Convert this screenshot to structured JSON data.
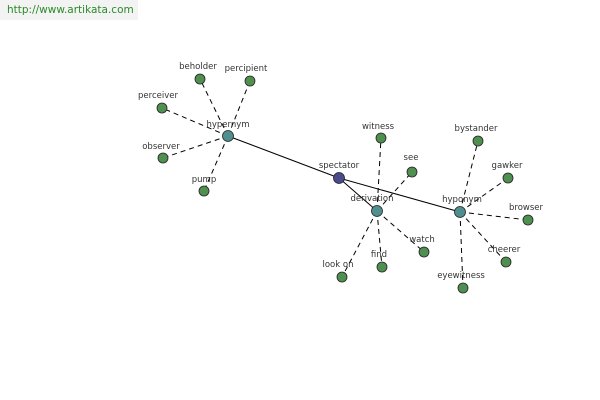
{
  "header": {
    "url": "http://www.artikata.com"
  },
  "graph": {
    "colors": {
      "center": "#4a4a8c",
      "hub": "#4f8f8f",
      "leaf": "#4f8f4f"
    },
    "nodes": [
      {
        "id": "spectator",
        "label": "spectator",
        "kind": "center"
      },
      {
        "id": "hypernym",
        "label": "hypernym",
        "kind": "hub"
      },
      {
        "id": "derivation",
        "label": "derivation",
        "kind": "hub"
      },
      {
        "id": "hyponym",
        "label": "hyponym",
        "kind": "hub"
      },
      {
        "id": "beholder",
        "label": "beholder",
        "kind": "leaf"
      },
      {
        "id": "percipient",
        "label": "percipient",
        "kind": "leaf"
      },
      {
        "id": "perceiver",
        "label": "perceiver",
        "kind": "leaf"
      },
      {
        "id": "observer",
        "label": "observer",
        "kind": "leaf"
      },
      {
        "id": "pump",
        "label": "pump",
        "kind": "leaf"
      },
      {
        "id": "witness",
        "label": "witness",
        "kind": "leaf"
      },
      {
        "id": "see",
        "label": "see",
        "kind": "leaf"
      },
      {
        "id": "watch",
        "label": "watch",
        "kind": "leaf"
      },
      {
        "id": "find",
        "label": "find",
        "kind": "leaf"
      },
      {
        "id": "look-on",
        "label": "look on",
        "kind": "leaf"
      },
      {
        "id": "bystander",
        "label": "bystander",
        "kind": "leaf"
      },
      {
        "id": "gawker",
        "label": "gawker",
        "kind": "leaf"
      },
      {
        "id": "browser",
        "label": "browser",
        "kind": "leaf"
      },
      {
        "id": "cheerer",
        "label": "cheerer",
        "kind": "leaf"
      },
      {
        "id": "eyewitness",
        "label": "eyewitness",
        "kind": "leaf"
      }
    ],
    "edges": [
      {
        "from": "hypernym",
        "to": "spectator",
        "style": "solid"
      },
      {
        "from": "spectator",
        "to": "hyponym",
        "style": "solid"
      },
      {
        "from": "spectator",
        "to": "derivation",
        "style": "solid"
      },
      {
        "from": "hypernym",
        "to": "beholder",
        "style": "dashed"
      },
      {
        "from": "hypernym",
        "to": "percipient",
        "style": "dashed"
      },
      {
        "from": "hypernym",
        "to": "perceiver",
        "style": "dashed"
      },
      {
        "from": "hypernym",
        "to": "observer",
        "style": "dashed"
      },
      {
        "from": "hypernym",
        "to": "pump",
        "style": "dashed"
      },
      {
        "from": "derivation",
        "to": "witness",
        "style": "dashed"
      },
      {
        "from": "derivation",
        "to": "see",
        "style": "dashed"
      },
      {
        "from": "derivation",
        "to": "watch",
        "style": "dashed"
      },
      {
        "from": "derivation",
        "to": "find",
        "style": "dashed"
      },
      {
        "from": "derivation",
        "to": "look-on",
        "style": "dashed"
      },
      {
        "from": "hyponym",
        "to": "bystander",
        "style": "dashed"
      },
      {
        "from": "hyponym",
        "to": "gawker",
        "style": "dashed"
      },
      {
        "from": "hyponym",
        "to": "browser",
        "style": "dashed"
      },
      {
        "from": "hyponym",
        "to": "cheerer",
        "style": "dashed"
      },
      {
        "from": "hyponym",
        "to": "eyewitness",
        "style": "dashed"
      }
    ]
  }
}
